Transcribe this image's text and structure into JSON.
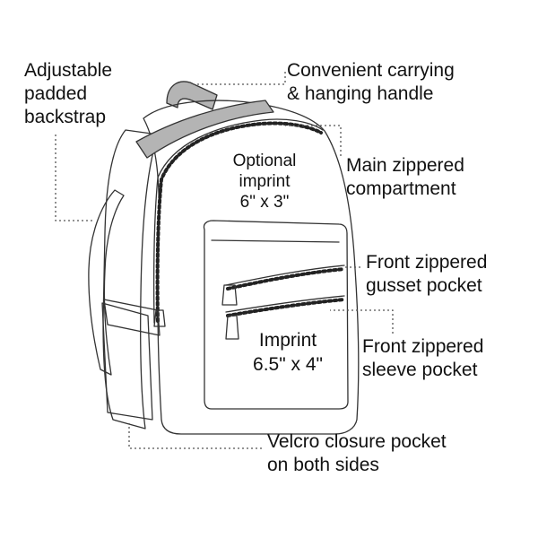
{
  "colors": {
    "outline": "#333333",
    "leader_line": "#555555",
    "strap_fill": "#b4b4b4",
    "zipper_tooth": "#222222",
    "background": "#ffffff"
  },
  "callouts": {
    "backstrap": [
      "Adjustable",
      "padded",
      "backstrap"
    ],
    "handle": [
      "Convenient carrying",
      "& hanging handle"
    ],
    "main_compartment": [
      "Main zippered",
      "compartment"
    ],
    "gusset_pocket": [
      "Front zippered",
      "gusset pocket"
    ],
    "sleeve_pocket": [
      "Front zippered",
      "sleeve pocket"
    ],
    "velcro_pocket": [
      "Velcro closure pocket",
      "on both sides"
    ]
  },
  "imprints": {
    "optional": [
      "Optional",
      "imprint",
      "6\" x 3\""
    ],
    "front": [
      "Imprint",
      "6.5\" x 4\""
    ]
  }
}
